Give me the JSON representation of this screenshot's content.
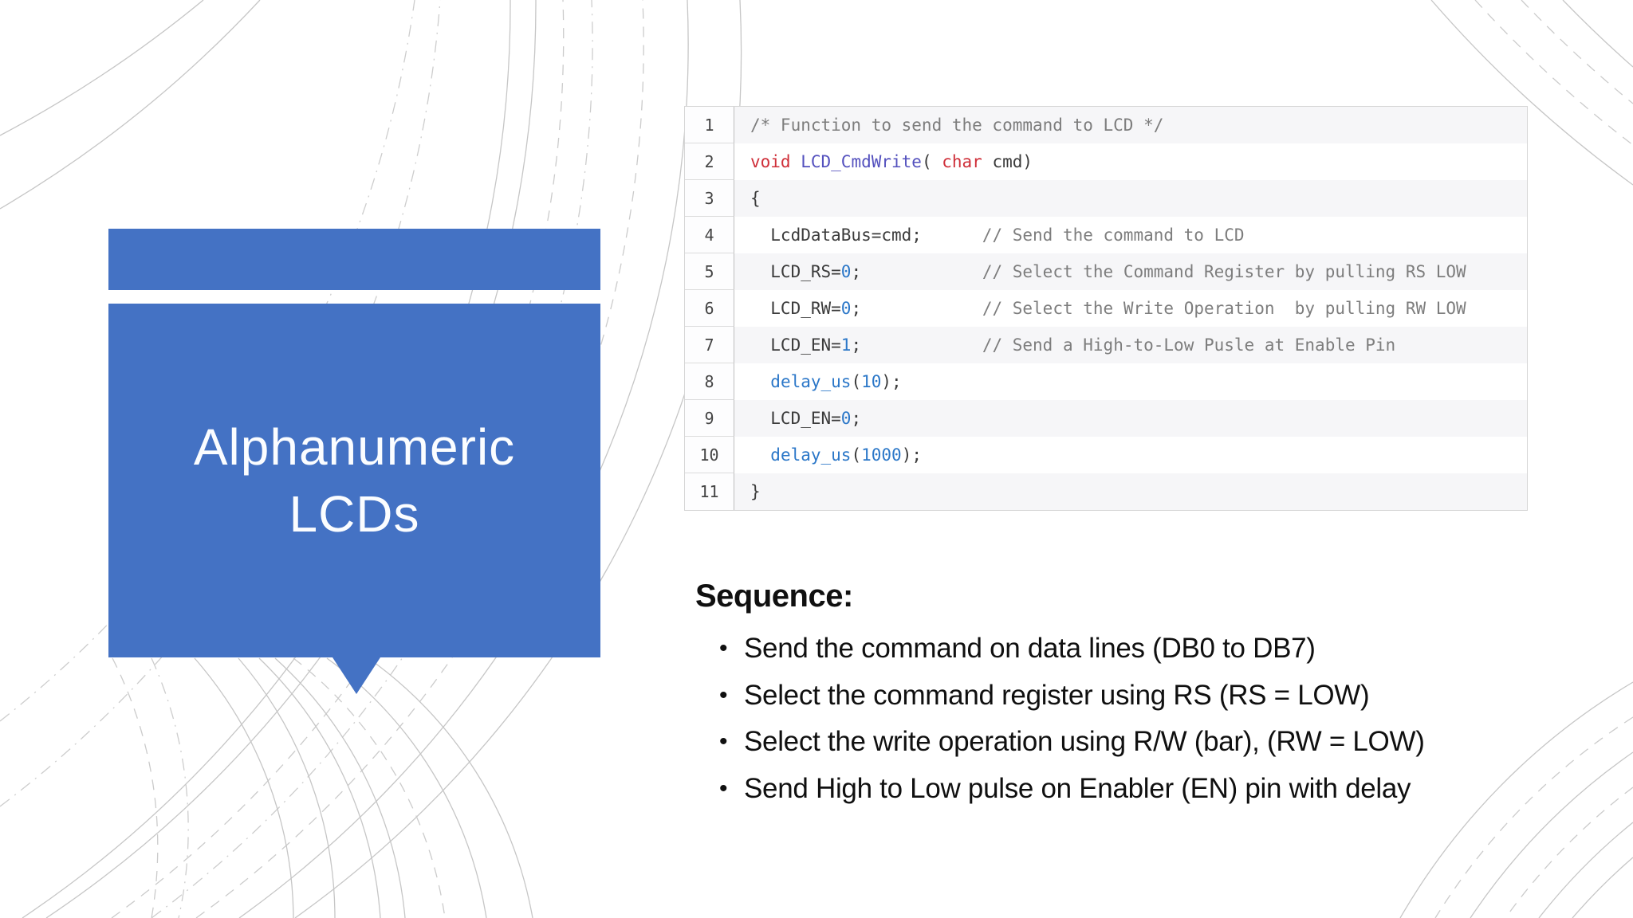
{
  "slide": {
    "callout": {
      "title_line1": "Alphanumeric",
      "title_line2": "LCDs"
    },
    "colors": {
      "accent_blue": "#4472c4",
      "code_keyword": "#cf2f39",
      "code_function": "#5451be",
      "code_value": "#2b77c8",
      "code_comment": "#7d7d7d",
      "code_plain": "#3b3b3b"
    }
  },
  "code_panel": {
    "lines": [
      {
        "num": "1",
        "segments": [
          {
            "text": "/* Function to send the command to LCD */",
            "style": "comment"
          }
        ]
      },
      {
        "num": "2",
        "segments": [
          {
            "text": "void",
            "style": "keyword"
          },
          {
            "text": " ",
            "style": "plain"
          },
          {
            "text": "LCD_CmdWrite",
            "style": "function"
          },
          {
            "text": "( ",
            "style": "plain"
          },
          {
            "text": "char",
            "style": "keyword"
          },
          {
            "text": " cmd)",
            "style": "plain"
          }
        ]
      },
      {
        "num": "3",
        "segments": [
          {
            "text": "{",
            "style": "plain"
          }
        ]
      },
      {
        "num": "4",
        "segments": [
          {
            "text": "  LcdDataBus=cmd;      ",
            "style": "plain"
          },
          {
            "text": "// Send the command to LCD",
            "style": "comment"
          }
        ]
      },
      {
        "num": "5",
        "segments": [
          {
            "text": "  LCD_RS=",
            "style": "plain"
          },
          {
            "text": "0",
            "style": "value"
          },
          {
            "text": ";            ",
            "style": "plain"
          },
          {
            "text": "// Select the Command Register by pulling RS LOW",
            "style": "comment"
          }
        ]
      },
      {
        "num": "6",
        "segments": [
          {
            "text": "  LCD_RW=",
            "style": "plain"
          },
          {
            "text": "0",
            "style": "value"
          },
          {
            "text": ";            ",
            "style": "plain"
          },
          {
            "text": "// Select the Write Operation  by pulling RW LOW",
            "style": "comment"
          }
        ]
      },
      {
        "num": "7",
        "segments": [
          {
            "text": "  LCD_EN=",
            "style": "plain"
          },
          {
            "text": "1",
            "style": "value"
          },
          {
            "text": ";            ",
            "style": "plain"
          },
          {
            "text": "// Send a High-to-Low Pusle at Enable Pin",
            "style": "comment"
          }
        ]
      },
      {
        "num": "8",
        "segments": [
          {
            "text": "  ",
            "style": "plain"
          },
          {
            "text": "delay_us",
            "style": "value"
          },
          {
            "text": "(",
            "style": "plain"
          },
          {
            "text": "10",
            "style": "value"
          },
          {
            "text": ");",
            "style": "plain"
          }
        ]
      },
      {
        "num": "9",
        "segments": [
          {
            "text": "  LCD_EN=",
            "style": "plain"
          },
          {
            "text": "0",
            "style": "value"
          },
          {
            "text": ";",
            "style": "plain"
          }
        ]
      },
      {
        "num": "10",
        "segments": [
          {
            "text": "  ",
            "style": "plain"
          },
          {
            "text": "delay_us",
            "style": "value"
          },
          {
            "text": "(",
            "style": "plain"
          },
          {
            "text": "1000",
            "style": "value"
          },
          {
            "text": ");",
            "style": "plain"
          }
        ]
      },
      {
        "num": "11",
        "segments": [
          {
            "text": "}",
            "style": "plain"
          }
        ]
      }
    ]
  },
  "sequence": {
    "heading": "Sequence:",
    "bullet_glyph": "•",
    "items": [
      "Send the command on data lines (DB0 to DB7)",
      "Select the command register using RS (RS = LOW)",
      "Select the write operation using R/W (bar), (RW = LOW)",
      "Send High to Low pulse on Enabler (EN) pin with delay"
    ]
  }
}
